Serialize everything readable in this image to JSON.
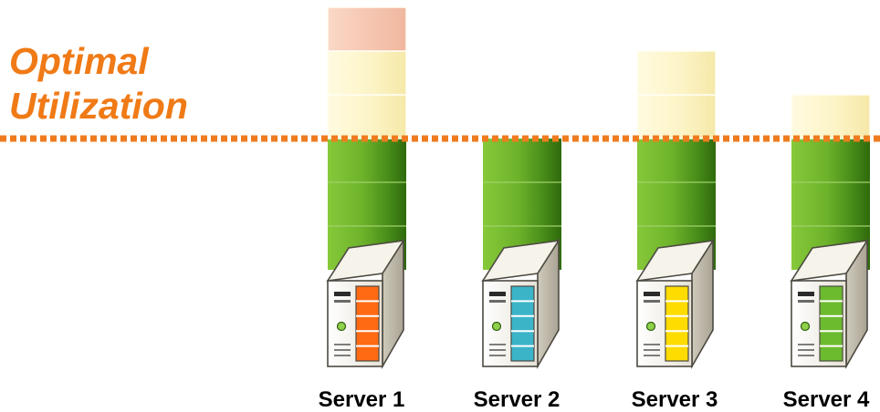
{
  "title": {
    "line1": "Optimal",
    "line2": "Utilization"
  },
  "colors": {
    "title": "#f07a16",
    "threshold_line": "#ef7b1f",
    "green_dark": "#3a7a12",
    "green_light": "#7fc234",
    "excess_yellow": "#fcf3c2",
    "excess_peach": "#f7c9b5",
    "cream_stripe": "#fdf8de"
  },
  "servers": [
    {
      "label": "Server 1",
      "accent": "#ff6a13",
      "icon": "server-tower-icon",
      "green_segments": 3,
      "excess_segments": 3,
      "peach_top": true
    },
    {
      "label": "Server 2",
      "accent": "#3bb4c8",
      "icon": "server-tower-icon",
      "green_segments": 3,
      "excess_segments": 0,
      "peach_top": false
    },
    {
      "label": "Server 3",
      "accent": "#ffdc00",
      "icon": "server-tower-icon",
      "green_segments": 3,
      "excess_segments": 2,
      "peach_top": false
    },
    {
      "label": "Server 4",
      "accent": "#6cbb2e",
      "icon": "server-tower-icon",
      "green_segments": 3,
      "excess_segments": 1,
      "peach_top": false
    }
  ]
}
